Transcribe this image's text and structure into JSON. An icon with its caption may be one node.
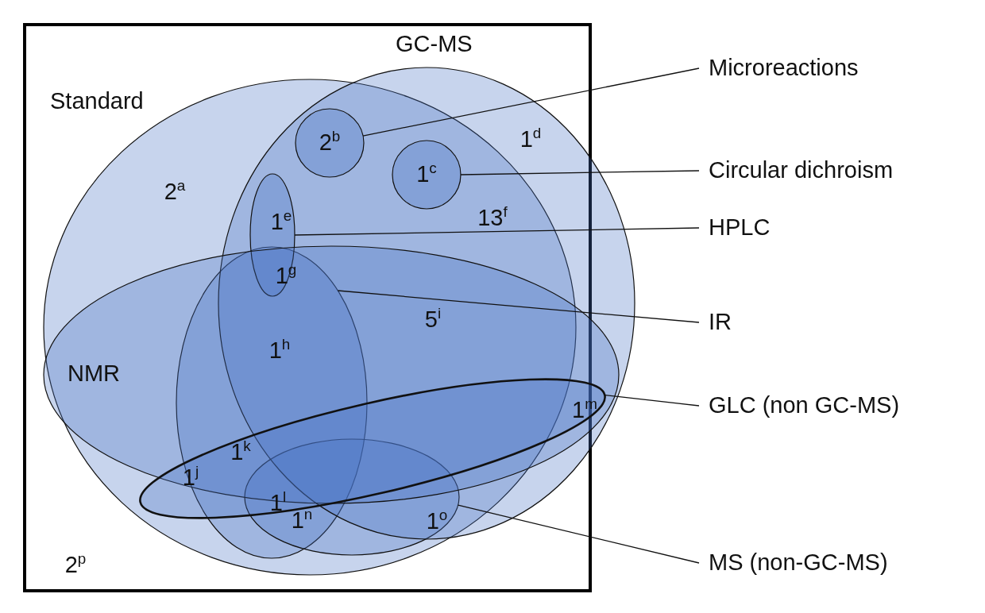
{
  "diagram": {
    "nodes": [
      {
        "text": [
          "Standard"
        ]
      },
      {
        "text": [
          "GC-MS"
        ]
      },
      {
        "text": [
          "2$^{b}$"
        ],
        "in": 1
      },
      {
        "text": [
          "1$^{c}$"
        ],
        "in": 1
      },
      {
        "text": [],
        "shape": "ellipse",
        "in": 1
      },
      {
        "text": [
          "NMR"
        ]
      },
      {
        "text": [],
        "shape": "ellipse",
        "in": 0
      },
      {
        "text": [],
        "shape": "ellipse"
      },
      {
        "text": [],
        "shape": "ellipse",
        "in": 0
      },
      {
        "text": [
          "Microreactions"
        ]
      },
      {
        "text": [
          "Circular dichroism"
        ]
      },
      {
        "text": [
          "HPLC"
        ]
      },
      {
        "text": [
          "IR"
        ]
      },
      {
        "text": [
          "GLC (non GC-MS)"
        ]
      },
      {
        "text": [
          "MS (non-GC-MS)"
        ]
      }
    ],
    "edges": [
      {
        "from": 9,
        "to": 2,
        "arrow": "none"
      },
      {
        "from": 10,
        "to": 3,
        "arrow": "none"
      },
      {
        "from": 11,
        "to": 4,
        "arrow": "none"
      },
      {
        "from": 12,
        "to": 6,
        "arrow": "none"
      },
      {
        "from": 13,
        "to": 7,
        "arrow": "none"
      },
      {
        "from": 14,
        "to": 8,
        "arrow": "none"
      }
    ],
    "labels": [
      "2$^{a}$",
      "1$^{d}$",
      "13$^{f}$",
      "1$^{e}$",
      "1$^{g}$",
      "5$^{i}$",
      "1$^{h}$",
      "1$^{m}$",
      "1$^{k}$",
      "1$^{j}$",
      "1$^{l}$",
      "1$^{n}$",
      "1$^{o}$",
      "2$^{p}$"
    ]
  }
}
